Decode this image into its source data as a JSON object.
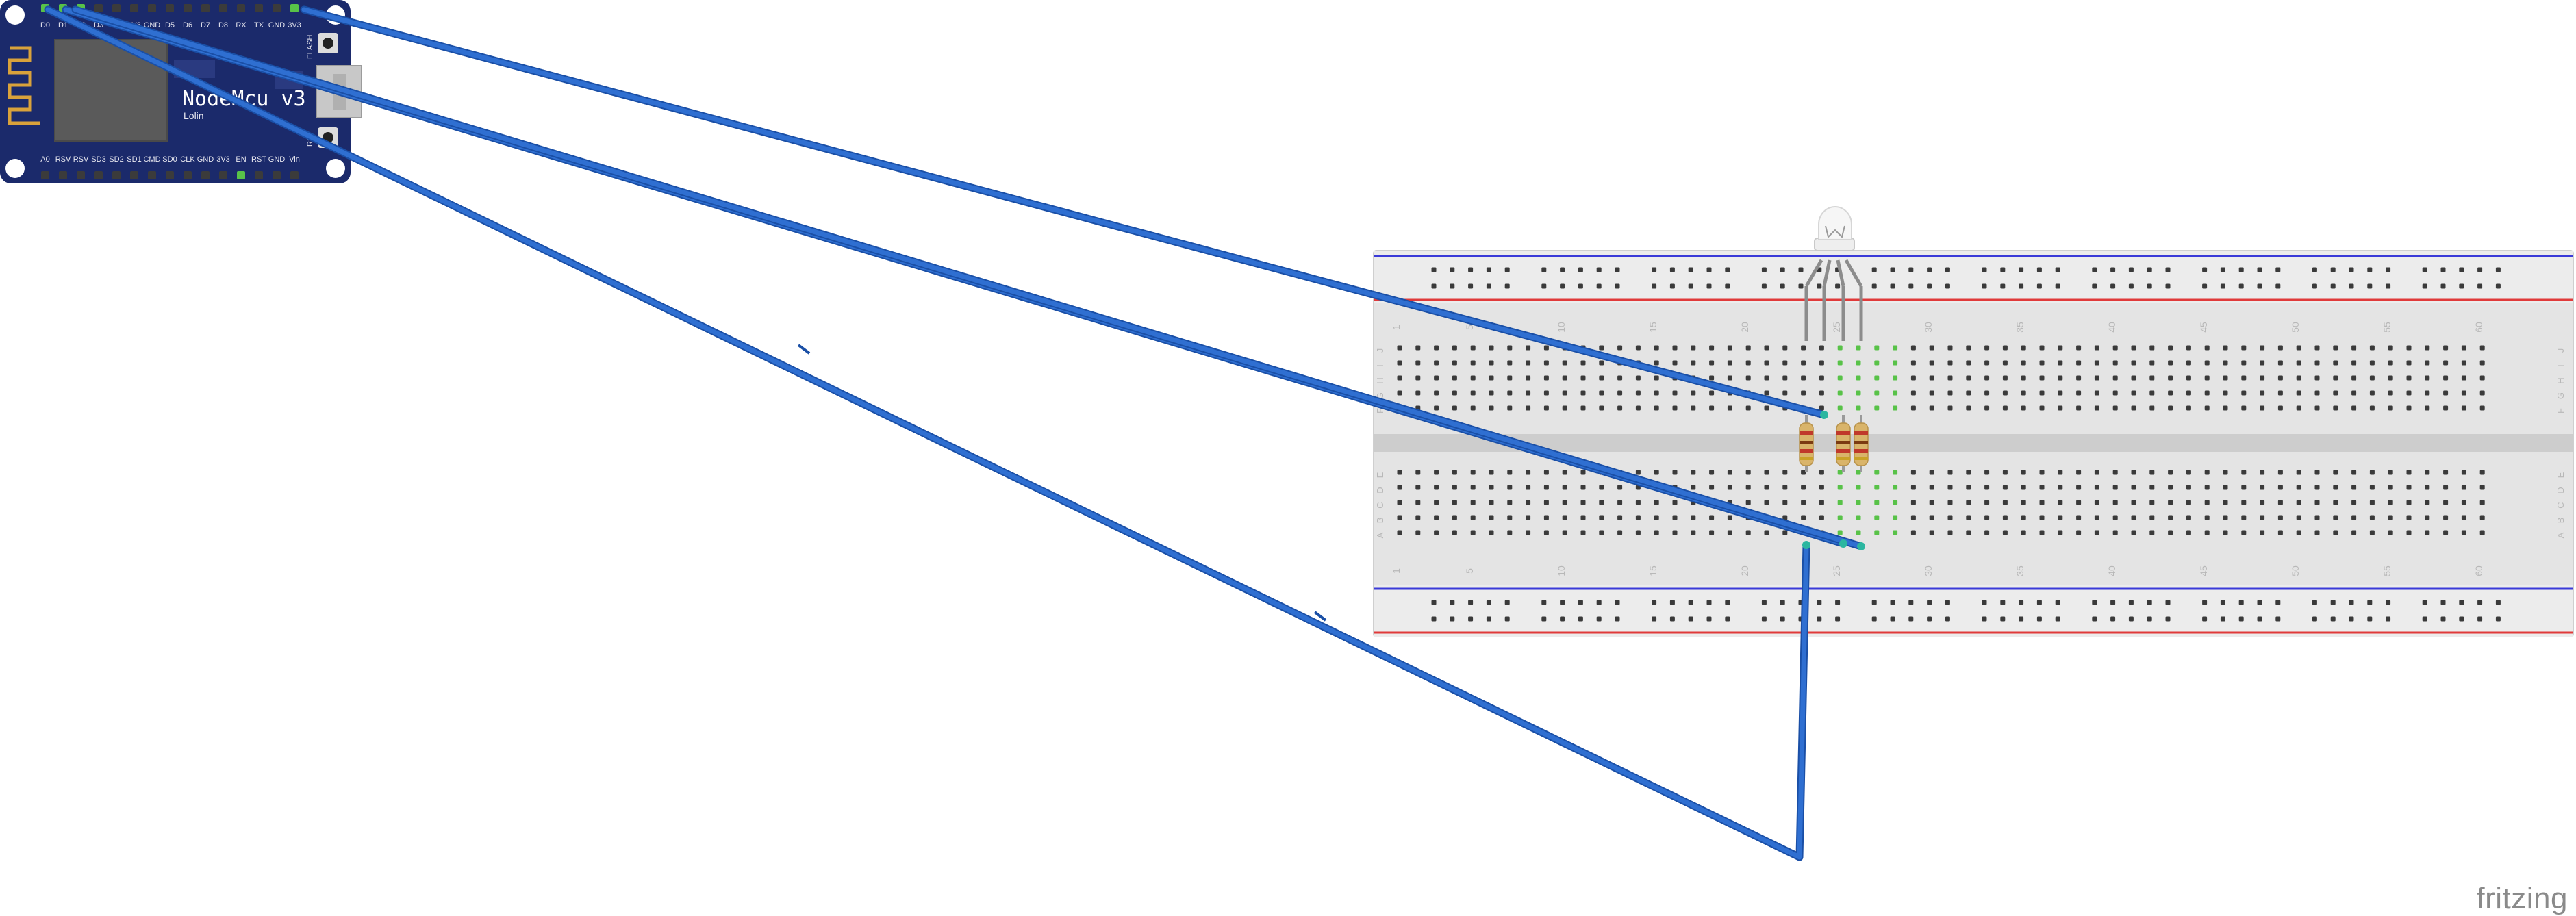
{
  "board": {
    "title": "NodeMcu v3",
    "subtitle": "Lolin",
    "side_labels": [
      "FLASH",
      "RST"
    ],
    "top_pins": [
      "D0",
      "D1",
      "D2",
      "D3",
      "D4",
      "3V3",
      "GND",
      "D5",
      "D6",
      "D7",
      "D8",
      "RX",
      "TX",
      "GND",
      "3V3"
    ],
    "bottom_pins": [
      "A0",
      "RSV",
      "RSV",
      "SD3",
      "SD2",
      "SD1",
      "CMD",
      "SD0",
      "CLK",
      "GND",
      "3V3",
      "EN",
      "RST",
      "GND",
      "Vin"
    ]
  },
  "breadboard": {
    "column_labels": [
      "1",
      "5",
      "10",
      "15",
      "20",
      "25",
      "30",
      "35",
      "40",
      "45",
      "50",
      "55",
      "60"
    ],
    "row_labels_top": [
      "J",
      "I",
      "H",
      "G",
      "F"
    ],
    "row_labels_bottom": [
      "E",
      "D",
      "C",
      "B",
      "A"
    ]
  },
  "colors": {
    "board": "#1b2a6b",
    "wire": "#2f6fd1",
    "wire_edge": "#1a4fa6",
    "breadboard": "#e4e4e4",
    "rail_blue": "#3a3ad8",
    "rail_red": "#e03a3a",
    "hole": "#3a3a3a",
    "hole_active": "#58c248",
    "resistor_body": "#d9b46a",
    "resistor_band_a": "#c0392b",
    "resistor_band_b": "#7b3b12"
  },
  "watermark": "fritzing"
}
